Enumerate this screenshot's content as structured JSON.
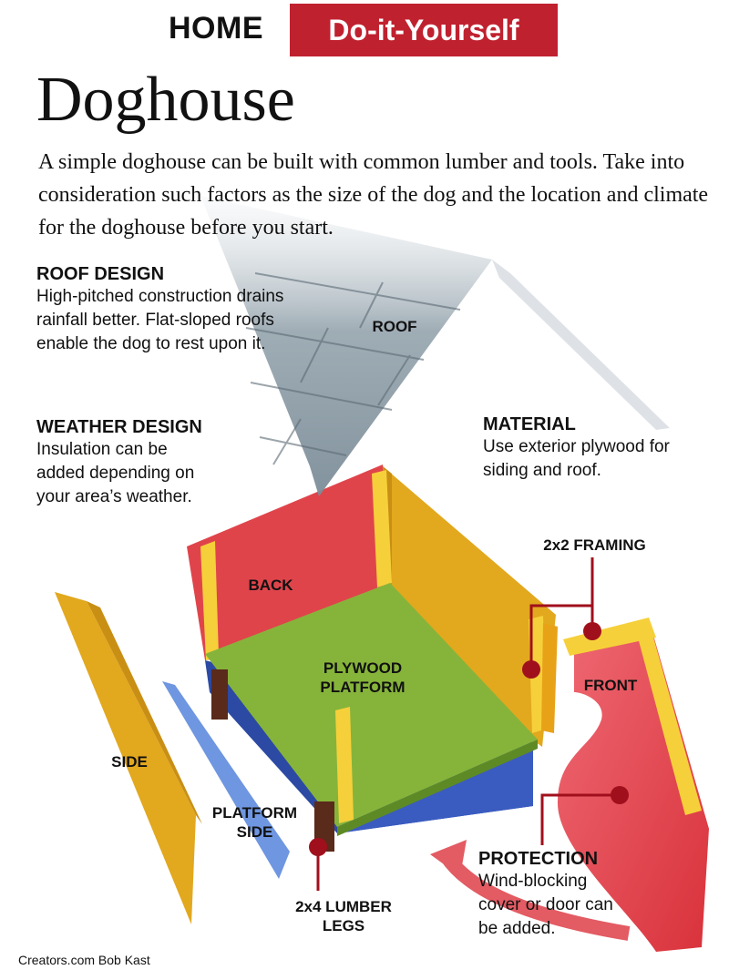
{
  "header": {
    "home": "HOME",
    "banner": "Do-it-Yourself"
  },
  "title": "Doghouse",
  "intro": "A simple doghouse can be built with common lumber and tools. Take into consideration such factors as the size of the dog and the location and climate for the doghouse before you start.",
  "notes": {
    "roof_design": {
      "heading": "ROOF DESIGN",
      "text": "High-pitched construction drains rainfall better. Flat-sloped roofs enable the dog to rest upon it."
    },
    "weather_design": {
      "heading": "WEATHER DESIGN",
      "text": "Insulation can be added depending on your area’s weather."
    },
    "material": {
      "heading": "MATERIAL",
      "text": "Use exterior plywood for siding and roof."
    },
    "protection": {
      "heading": "PROTECTION",
      "text": "Wind-blocking cover or door can be added."
    }
  },
  "labels": {
    "roof": "ROOF",
    "back": "BACK",
    "plywood_platform": "PLYWOOD PLATFORM",
    "front": "FRONT",
    "side": "SIDE",
    "platform_side": "PLATFORM SIDE",
    "framing": "2x2 FRAMING",
    "lumber_legs": "2x4 LUMBER LEGS"
  },
  "credit": "Creators.com Bob Kast",
  "colors": {
    "banner": "#c0212f",
    "back_panel": "#e0444b",
    "side_panel": "#e2a81e",
    "platform": "#86b43a",
    "platform_base": "#2c4aa3",
    "platform_side": "#6f96e0",
    "framing": "#f6d03a",
    "roof": "#8e9ea8"
  }
}
